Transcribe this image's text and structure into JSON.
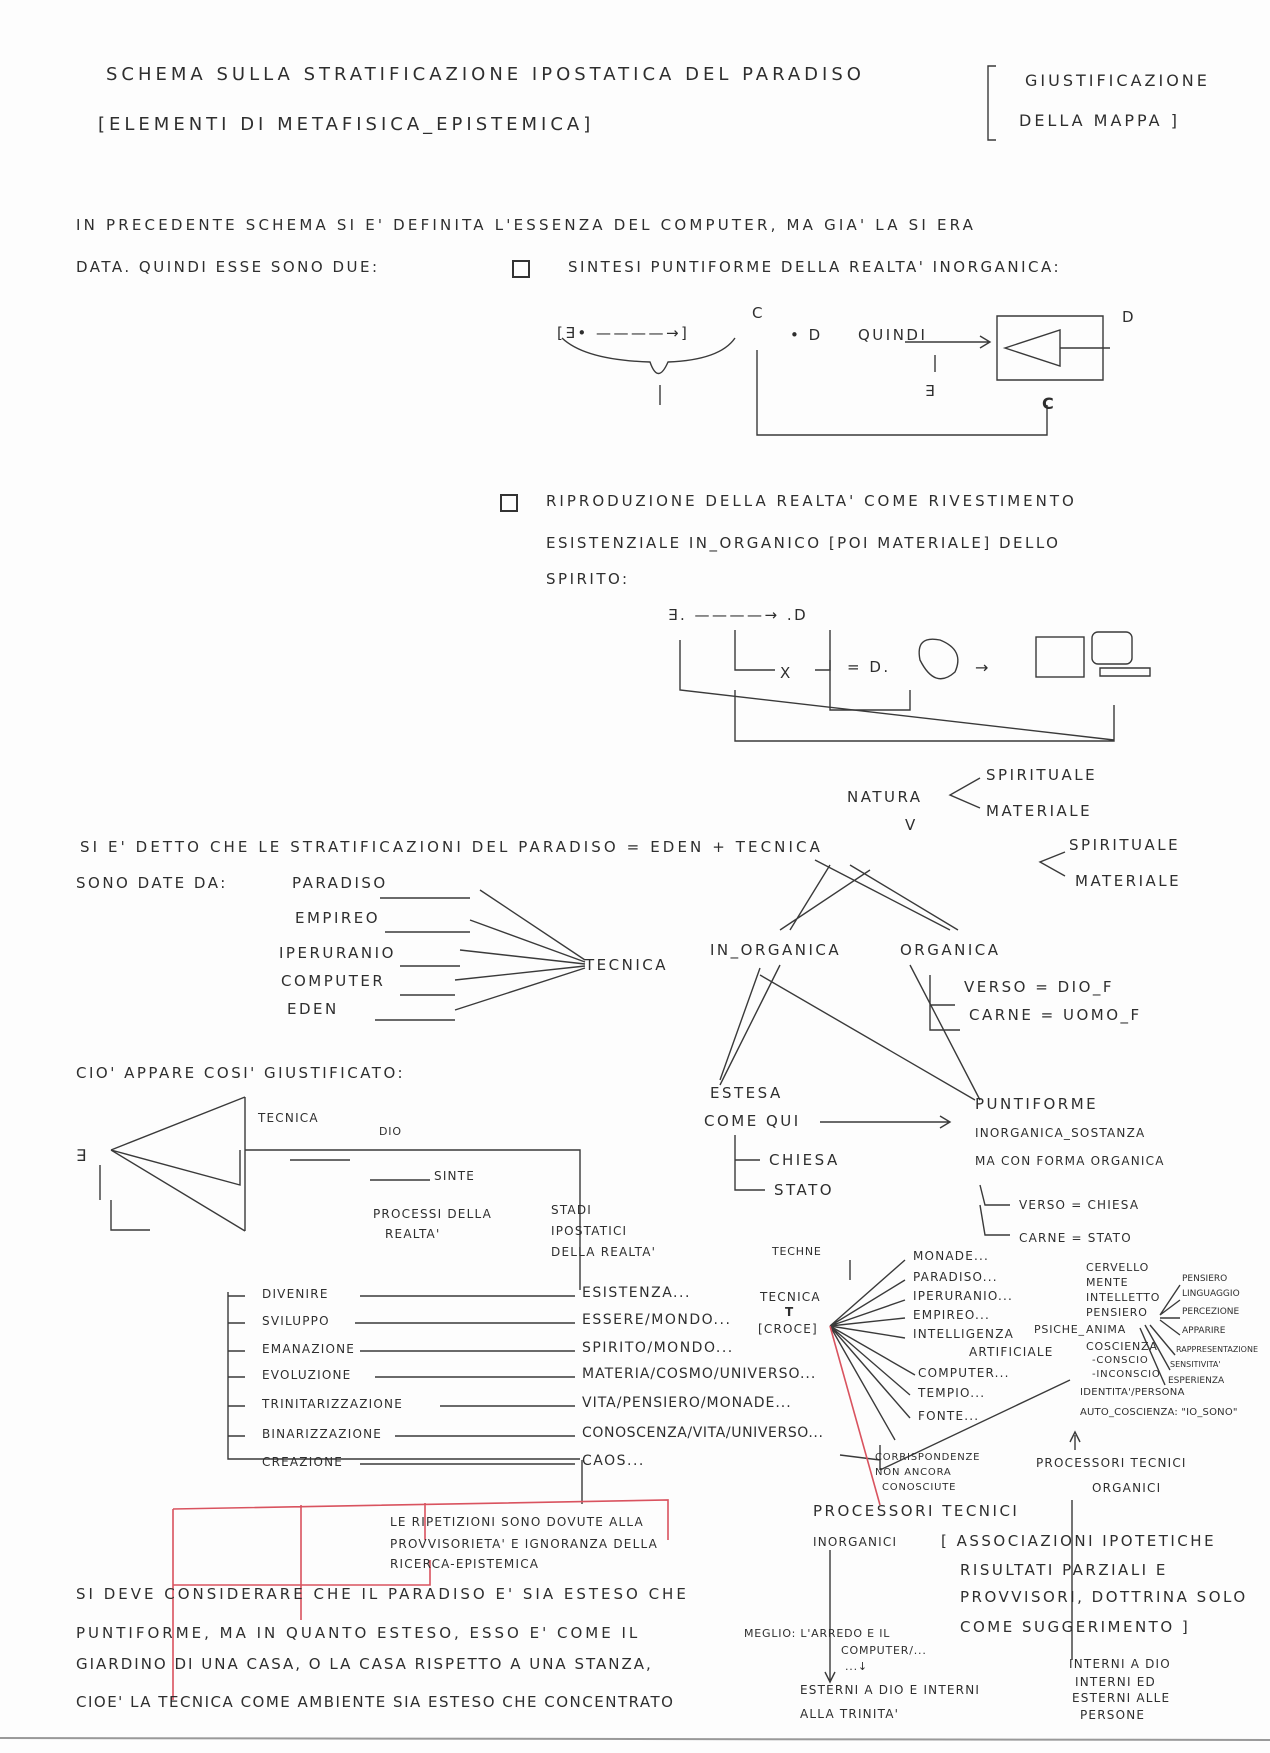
{
  "title": {
    "line1": "SCHEMA SULLA STRATIFICAZIONE IPOSTATICA DEL PARADISO",
    "line2": "[ELEMENTI DI METAFISICA_EPISTEMICA]",
    "side1": "GIUSTIFICAZIONE",
    "side2": "DELLA MAPPA ]"
  },
  "intro": {
    "line1": "IN PRECEDENTE SCHEMA SI E' DEFINITA L'ESSENZA DEL COMPUTER, MA GIA' LA SI ERA",
    "line2": "DATA. QUINDI ESSE SONO DUE:"
  },
  "item1": {
    "text": "SINTESI PUNTIFORME DELLA REALTA' INORGANICA:",
    "diagram": {
      "group": "[∃• ————→]",
      "c": "C",
      "d": "• D",
      "quindi": "QUINDI",
      "d2": "D",
      "e": "∃",
      "c2": "C"
    }
  },
  "item2": {
    "line1": "RIPRODUZIONE DELLA REALTA' COME RIVESTIMENTO",
    "line2": "ESISTENZIALE IN_ORGANICO [POI MATERIALE] DELLO",
    "line3": "SPIRITO:",
    "diagram": {
      "top": "∃. ————→ .D",
      "x": "X",
      "eq": "= D.",
      "arrow": "→"
    }
  },
  "natura": {
    "label": "NATURA",
    "a": "SPIRITUALE",
    "b": "MATERIALE",
    "v": "V"
  },
  "strat": {
    "line": "SI E' DETTO CHE LE STRATIFICAZIONI DEL PARADISO = EDEN + TECNICA",
    "sp": "SPIRITUALE",
    "ma": "MATERIALE",
    "sono": "SONO DATE DA:",
    "items": [
      "PARADISO",
      "EMPIREO",
      "IPERURANIO",
      "COMPUTER",
      "EDEN"
    ],
    "tecnica": "TECNICA",
    "inorganica": "IN_ORGANICA",
    "organica": "ORGANICA",
    "verso": "VERSO = DIO_F",
    "carne": "CARNE = UOMO_F"
  },
  "giust": {
    "line": "CIO' APPARE COSI' GIUSTIFICATO:",
    "e": "∃",
    "tecnica": "TECNICA",
    "dio": "DIO",
    "sinte": "SINTE",
    "estesa": "ESTESA",
    "comequi": "COME QUI",
    "chiesa": "CHIESA",
    "stato": "STATO",
    "punt1": "PUNTIFORME",
    "punt2": "INORGANICA_SOSTANZA",
    "punt3": "MA CON FORMA ORGANICA",
    "verso": "VERSO = CHIESA",
    "carne": "CARNE = STATO"
  },
  "processi": {
    "header1": "PROCESSI DELLA",
    "header2": "REALTA'",
    "stadi1": "STADI",
    "stadi2": "IPOSTATICI",
    "stadi3": "DELLA REALTA'",
    "rows": [
      {
        "proc": "DIVENIRE",
        "stad": "ESISTENZA..."
      },
      {
        "proc": "SVILUPPO",
        "stad": "ESSERE/MONDO..."
      },
      {
        "proc": "EMANAZIONE",
        "stad": "SPIRITO/MONDO..."
      },
      {
        "proc": "EVOLUZIONE",
        "stad": "MATERIA/COSMO/UNIVERSO..."
      },
      {
        "proc": "TRINITARIZZAZIONE",
        "stad": "VITA/PENSIERO/MONADE..."
      },
      {
        "proc": "BINARIZZAZIONE",
        "stad": "CONOSCENZA/VITA/UNIVERSO..."
      },
      {
        "proc": "CREAZIONE",
        "stad": "CAOS..."
      }
    ]
  },
  "techne": {
    "techne": "TECHNE",
    "tecnica": "TECNICA",
    "t": "T",
    "croce": "[CROCE]",
    "fan": [
      "MONADE...",
      "PARADISO...",
      "IPERURANIO...",
      "EMPIREO...",
      "INTELLIGENZA",
      "ARTIFICIALE",
      "COMPUTER...",
      "TEMPIO...",
      "FONTE..."
    ],
    "psiche": "PSICHE_",
    "mind": [
      "CERVELLO",
      "MENTE",
      "INTELLETTO",
      "PENSIERO",
      "ANIMA",
      "COSCIENZA",
      "-CONSCIO",
      "-INCONSCIO",
      "IDENTITA'/PERSONA",
      "AUTO_COSCIENZA: \"IO_SONO\""
    ],
    "subfan": [
      "PENSIERO",
      "LINGUAGGIO",
      "PERCEZIONE",
      "APPARIRE",
      "RAPPRESENTAZIONE",
      "SENSITIVITA'",
      "ESPERIENZA"
    ],
    "corr": [
      "CORRISPONDENZE",
      "NON ANCORA",
      "CONOSCIUTE"
    ],
    "proc_org1": "PROCESSORI TECNICI",
    "proc_org2": "ORGANICI",
    "proc_inorg1": "PROCESSORI TECNICI",
    "proc_inorg2": "INORGANICI",
    "assoc": [
      "[ ASSOCIAZIONI IPOTETICHE",
      "RISULTATI PARZIALI E",
      "PROVVISORI, DOTTRINA SOLO",
      "COME SUGGERIMENTO ]"
    ]
  },
  "ripetizioni": [
    "LE RIPETIZIONI SONO DOVUTE ALLA",
    "PROVVISORIETA' E IGNORANZA DELLA",
    "RICERCA-EPISTEMICA"
  ],
  "closing": [
    "SI DEVE CONSIDERARE CHE IL PARADISO E' SIA ESTESO CHE",
    "PUNTIFORME, MA IN QUANTO ESTESO, ESSO E' COME IL",
    "GIARDINO DI UNA CASA, O LA CASA RISPETTO A UNA STANZA,",
    "CIOE' LA TECNICA COME AMBIENTE SIA ESTESO CHE CONCENTRATO"
  ],
  "meglio": [
    "MEGLIO: L'ARREDO E IL",
    "COMPUTER/...",
    "...↓"
  ],
  "esterni": [
    "ESTERNI A DIO E INTERNI",
    "ALLA TRINITA'"
  ],
  "interni": [
    "INTERNI A DIO",
    "INTERNI ED",
    "ESTERNI ALLE",
    "PERSONE"
  ],
  "colors": {
    "ink": "#2e2e2e",
    "red_pen": "#d9535f",
    "paper": "#fdfdfd"
  }
}
